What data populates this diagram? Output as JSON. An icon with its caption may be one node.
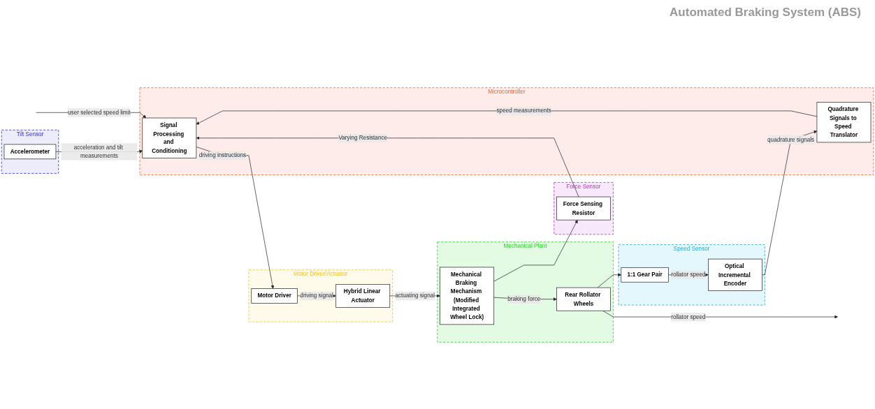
{
  "diagram": {
    "title": "Automated Braking System (ABS)",
    "nodes": [
      {
        "text": [
          "Tilt Sensor"
        ]
      },
      {
        "text": [
          "Accelerometer"
        ],
        "in": 0
      },
      {
        "text": [
          "Force Sensor"
        ]
      },
      {
        "text": [
          "Force Sensing Resistor"
        ],
        "in": 2
      },
      {
        "text": [
          "Microcontroller"
        ]
      },
      {
        "text": [
          "Signal Processing and Conditioning"
        ],
        "in": 4
      },
      {
        "text": [
          "Quadrature Signals to Speed Translator"
        ],
        "in": 4
      },
      {
        "text": [
          "Motor Driver/Actuator"
        ]
      },
      {
        "text": [
          "Motor Driver"
        ],
        "in": 7
      },
      {
        "text": [
          "Hybrid Linear Actuator"
        ],
        "in": 7
      },
      {
        "text": [
          "Mechanical Plant"
        ]
      },
      {
        "text": [
          "Mechanical Braking Mechanism (Modified Integrated Wheel Lock)"
        ],
        "in": 10
      },
      {
        "text": [
          "Rear Rollator Wheels"
        ],
        "in": 10
      },
      {
        "text": [
          "Speed Sensor"
        ]
      },
      {
        "text": [
          "Optical Incremental Encoder"
        ],
        "in": 13
      },
      {
        "text": [
          "1:1 Gear Pair"
        ],
        "in": 13
      }
    ],
    "edges": [
      {
        "from": 1,
        "to": 5,
        "arrow": "to",
        "label": "acceleration and tilt measurements"
      },
      {
        "from": 3,
        "to": 5,
        "arrow": "to",
        "label": "Varying Resistance"
      },
      {
        "from": null,
        "to": 5,
        "arrow": "to",
        "label": "user selected speed limit"
      },
      {
        "from": 6,
        "to": 5,
        "arrow": "to",
        "label": "speed measurements"
      },
      {
        "from": 5,
        "to": 8,
        "arrow": "to",
        "label": "driving instructions"
      },
      {
        "from": 8,
        "to": 9,
        "arrow": "to",
        "label": "driving signal"
      },
      {
        "from": 9,
        "to": 11,
        "arrow": "to",
        "label": "actuating signal"
      },
      {
        "from": 11,
        "to": 12,
        "arrow": "to",
        "label": "braking force"
      },
      {
        "from": 11,
        "to": 3,
        "arrow": "to"
      },
      {
        "from": 12,
        "to": null,
        "arrow": "to",
        "label": "rollator speed"
      },
      {
        "from": 12,
        "to": 15,
        "arrow": "to"
      },
      {
        "from": 15,
        "to": 14,
        "arrow": "to",
        "label": "rollator speed"
      },
      {
        "from": 14,
        "to": 6,
        "arrow": "to",
        "label": "quadrature signals"
      }
    ]
  }
}
